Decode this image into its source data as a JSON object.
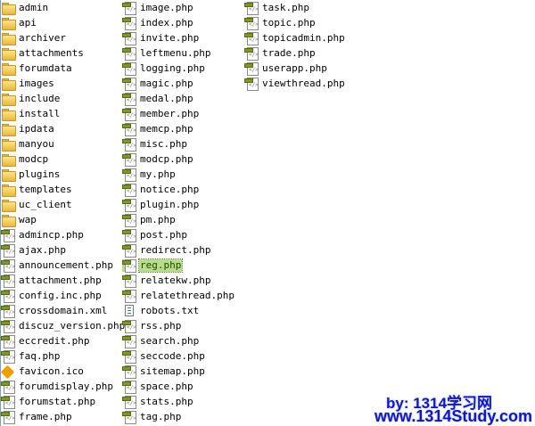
{
  "columns": [
    [
      {
        "name": "admin",
        "type": "folder"
      },
      {
        "name": "api",
        "type": "folder"
      },
      {
        "name": "archiver",
        "type": "folder"
      },
      {
        "name": "attachments",
        "type": "folder"
      },
      {
        "name": "forumdata",
        "type": "folder"
      },
      {
        "name": "images",
        "type": "folder"
      },
      {
        "name": "include",
        "type": "folder"
      },
      {
        "name": "install",
        "type": "folder"
      },
      {
        "name": "ipdata",
        "type": "folder"
      },
      {
        "name": "manyou",
        "type": "folder"
      },
      {
        "name": "modcp",
        "type": "folder"
      },
      {
        "name": "plugins",
        "type": "folder"
      },
      {
        "name": "templates",
        "type": "folder"
      },
      {
        "name": "uc_client",
        "type": "folder"
      },
      {
        "name": "wap",
        "type": "folder"
      },
      {
        "name": "admincp.php",
        "type": "php"
      },
      {
        "name": "ajax.php",
        "type": "php"
      },
      {
        "name": "announcement.php",
        "type": "php"
      },
      {
        "name": "attachment.php",
        "type": "php"
      },
      {
        "name": "config.inc.php",
        "type": "php"
      },
      {
        "name": "crossdomain.xml",
        "type": "php"
      },
      {
        "name": "discuz_version.php",
        "type": "php"
      },
      {
        "name": "eccredit.php",
        "type": "php"
      },
      {
        "name": "faq.php",
        "type": "php"
      },
      {
        "name": "favicon.ico",
        "type": "ico"
      },
      {
        "name": "forumdisplay.php",
        "type": "php"
      },
      {
        "name": "forumstat.php",
        "type": "php"
      },
      {
        "name": "frame.php",
        "type": "php"
      }
    ],
    [
      {
        "name": "image.php",
        "type": "php"
      },
      {
        "name": "index.php",
        "type": "php"
      },
      {
        "name": "invite.php",
        "type": "php"
      },
      {
        "name": "leftmenu.php",
        "type": "php"
      },
      {
        "name": "logging.php",
        "type": "php"
      },
      {
        "name": "magic.php",
        "type": "php"
      },
      {
        "name": "medal.php",
        "type": "php"
      },
      {
        "name": "member.php",
        "type": "php"
      },
      {
        "name": "memcp.php",
        "type": "php"
      },
      {
        "name": "misc.php",
        "type": "php"
      },
      {
        "name": "modcp.php",
        "type": "php"
      },
      {
        "name": "my.php",
        "type": "php"
      },
      {
        "name": "notice.php",
        "type": "php"
      },
      {
        "name": "plugin.php",
        "type": "php"
      },
      {
        "name": "pm.php",
        "type": "php"
      },
      {
        "name": "post.php",
        "type": "php"
      },
      {
        "name": "redirect.php",
        "type": "php"
      },
      {
        "name": "reg.php",
        "type": "php",
        "selected": true
      },
      {
        "name": "relatekw.php",
        "type": "php"
      },
      {
        "name": "relatethread.php",
        "type": "php"
      },
      {
        "name": "robots.txt",
        "type": "txt"
      },
      {
        "name": "rss.php",
        "type": "php"
      },
      {
        "name": "search.php",
        "type": "php"
      },
      {
        "name": "seccode.php",
        "type": "php"
      },
      {
        "name": "sitemap.php",
        "type": "php"
      },
      {
        "name": "space.php",
        "type": "php"
      },
      {
        "name": "stats.php",
        "type": "php"
      },
      {
        "name": "tag.php",
        "type": "php"
      }
    ],
    [
      {
        "name": "task.php",
        "type": "php"
      },
      {
        "name": "topic.php",
        "type": "php"
      },
      {
        "name": "topicadmin.php",
        "type": "php"
      },
      {
        "name": "trade.php",
        "type": "php"
      },
      {
        "name": "userapp.php",
        "type": "php"
      },
      {
        "name": "viewthread.php",
        "type": "php"
      }
    ]
  ],
  "watermark": {
    "line1": "by: 1314学习网",
    "line2": "www.1314Study.com",
    "color": "#1515c8"
  }
}
